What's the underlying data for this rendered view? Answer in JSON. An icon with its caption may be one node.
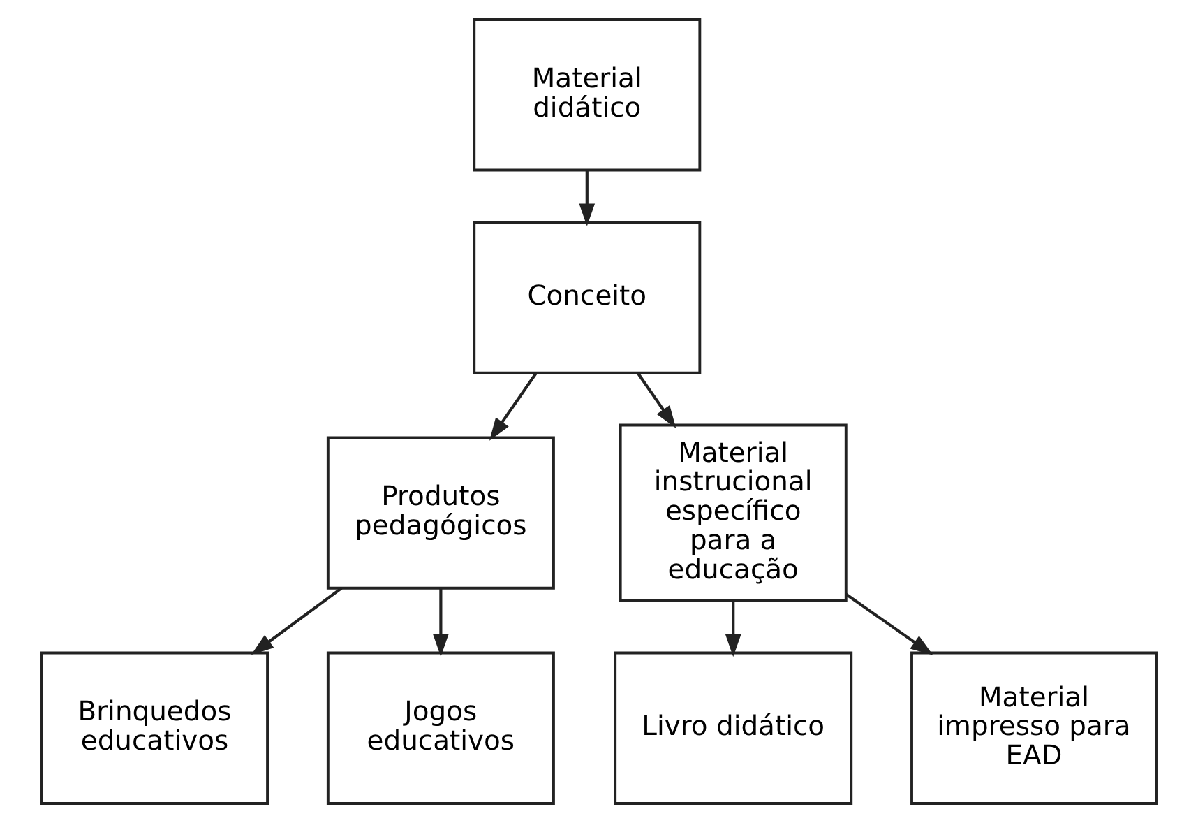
{
  "diagram": {
    "nodes": [
      {
        "text": [
          "Material didático"
        ]
      },
      {
        "text": [
          "Conceito"
        ]
      },
      {
        "text": [
          "Produtos pedagógicos"
        ]
      },
      {
        "text": [
          "Material instrucional específico para a educação"
        ]
      },
      {
        "text": [
          "Brinquedos educativos"
        ]
      },
      {
        "text": [
          "Jogos educativos"
        ]
      },
      {
        "text": [
          "Livro didático"
        ]
      },
      {
        "text": [
          "Material impresso para EAD"
        ]
      }
    ],
    "edges": [
      {
        "from": 0,
        "to": 1,
        "arrow": "to"
      },
      {
        "from": 1,
        "to": 2,
        "arrow": "to"
      },
      {
        "from": 1,
        "to": 3,
        "arrow": "to"
      },
      {
        "from": 2,
        "to": 4,
        "arrow": "to"
      },
      {
        "from": 2,
        "to": 5,
        "arrow": "to"
      },
      {
        "from": 3,
        "to": 6,
        "arrow": "to"
      },
      {
        "from": 3,
        "to": 7,
        "arrow": "to"
      }
    ]
  }
}
